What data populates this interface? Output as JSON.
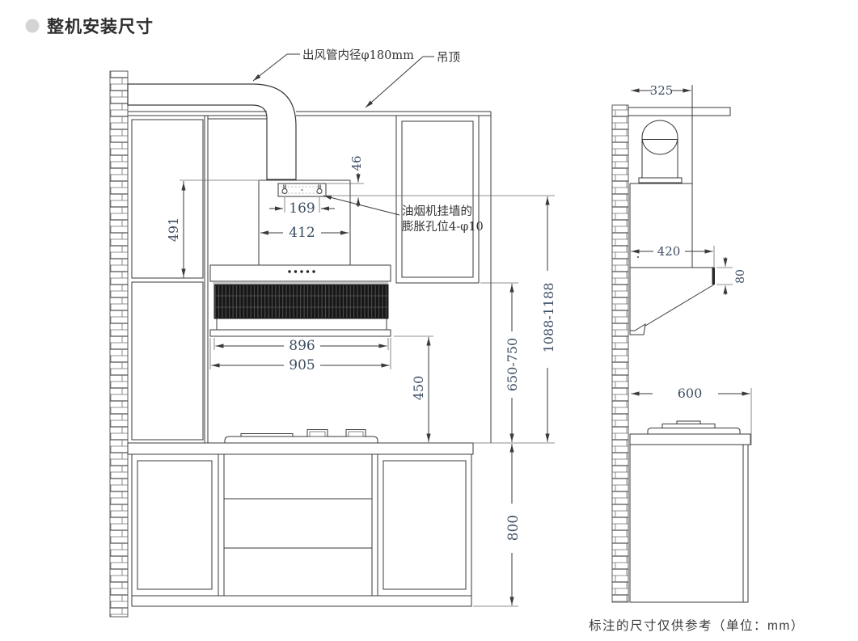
{
  "title": "整机安装尺寸",
  "footer_note": "标注的尺寸仅供参考（单位：mm）",
  "colors": {
    "line": "#3a3a3a",
    "dim_text": "#3d4e63",
    "label_text": "#333333",
    "title_bullet": "#d4d4d4"
  },
  "front_view": {
    "labels": {
      "duct": "出风管内径φ180mm",
      "ceiling": "吊顶",
      "mount_holes_line1": "油烟机挂墙的",
      "mount_holes_line2": "膨胀孔位4-φ10"
    },
    "dims": {
      "bracket_to_hole": "46",
      "hole_spacing": "169",
      "chimney_width": "412",
      "chimney_height": "491",
      "body_width": "896",
      "overall_width": "905",
      "hood_bottom_to_counter": "450",
      "cabinet_bottom_to_counter": "650-750",
      "holes_to_counter": "1088-1188",
      "counter_height": "800"
    }
  },
  "side_view": {
    "dims": {
      "chimney_depth": "325",
      "hood_depth": "420",
      "front_edge_height": "80",
      "counter_depth": "600"
    }
  }
}
